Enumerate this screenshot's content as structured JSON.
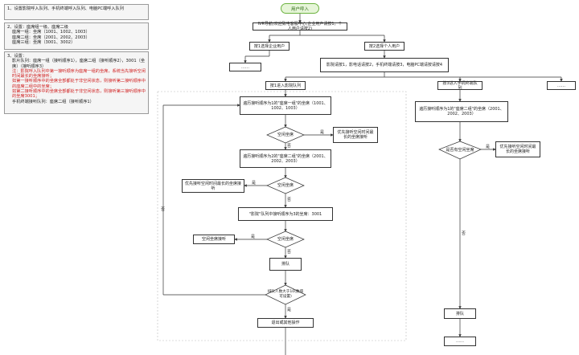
{
  "notes": {
    "n1": "1、设置影院呼入队列、手机终端呼入队列、电脑PC端呼入队列",
    "n2": {
      "title": "2、设置：座席组一级、座席二级",
      "lines": [
        "座席一组：坐席（1001、1002、1003）",
        "座席二组：坐席（2001、2002、2003）",
        "座席三组：坐席（3001、3002）"
      ]
    },
    "n3": {
      "title": "3、设置：",
      "lines": [
        {
          "text": "影片队列：座席一组（接听顺序1），座席二组（接听顺序2），3001（坐席）（接听顺序3）",
          "red": false
        },
        {
          "text": "注：影院呼入队列中第一接听顺序为座席一组的坐席，系统当先接听空闲时间最长的坐席接听；",
          "red": true
        },
        {
          "text": "如第一接听顺序中的坐席全部都处于非空闲状态，则接听第二接听顺序中的座席二组中的坐席；",
          "red": true
        },
        {
          "text": "如第二接听顺序中的坐席全部都处于非空闲状态，则接听第三接听顺序中的坐席3001；",
          "red": true
        },
        {
          "text": "手机终端接听队列：座席二组（接听顺序1）",
          "red": false
        }
      ]
    }
  },
  "flow": {
    "start": "用户呼入",
    "ivr": "IVR导航(欢迎致电客服中心,企业用户请按1，个人用户请按2)",
    "press1": "按1选择企业用户",
    "press2": "按2选择个人用户",
    "dots_left": "……",
    "menu2": "影院请按1，影电话请按2，手机终端请按3，电脑PC端请按请按4",
    "enter_queue_a": "按1进入影院队列",
    "enter_queue_b": "按3进入手机终端队列",
    "dots_right": "……",
    "step_group1": "遍历接听顺序为1的\"座席一组\"的坐席（1001、1002、1003）",
    "dec_idle1": "空闲坐席",
    "act_longest1": "优先接听空闲时间最长的坐席接听",
    "step_group2": "遍历接听顺序为2的\"座席二组\"的坐席（2001、2002、2003）",
    "dec_idle2": "空闲坐席",
    "act_longest2": "优先接听空闲时间最长的坐席接听",
    "step_3001": "\"影院\"队列中接听顺序为3的坐席：3001",
    "dec_idle3": "空闲坐席",
    "act_answer": "空闲坐席接听",
    "queue": "排队",
    "dec_wait": "排队人数大于10(数值可设置)",
    "exit": "退出或其他操作",
    "right_step": "遍历接听顺序为1的\"座席二组\"的坐席（2001、2002、2003）",
    "right_dec": "是否有空闲坐席",
    "right_act": "优先接听空闲时间最长的坐席接听",
    "right_queue": "排队",
    "right_dots": "……",
    "yes": "是",
    "no": "否"
  }
}
